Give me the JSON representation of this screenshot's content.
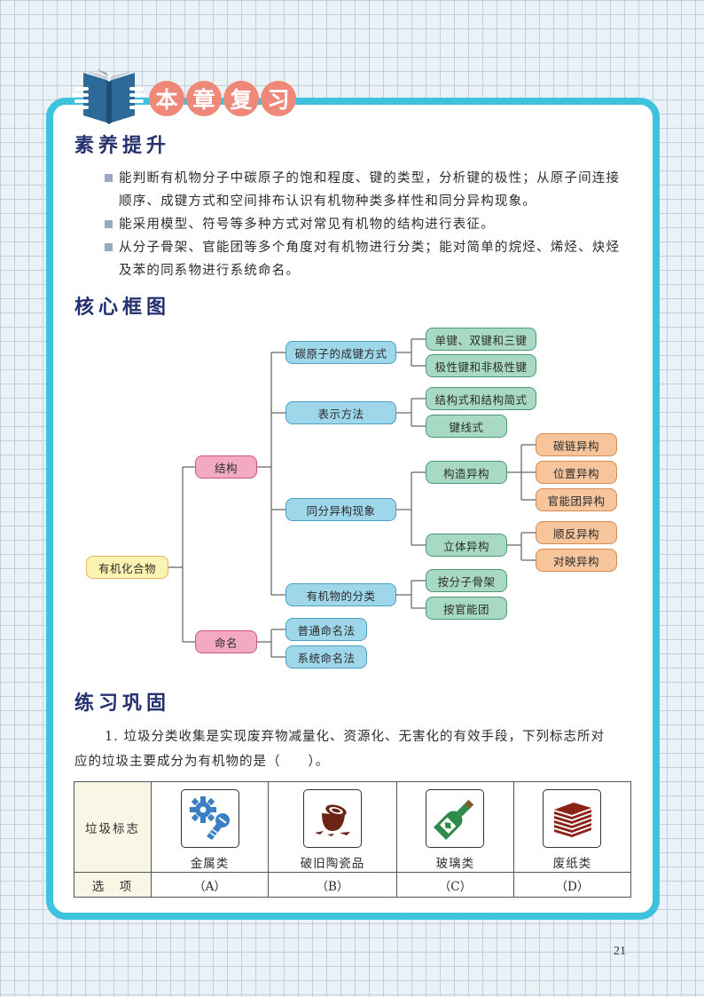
{
  "header": {
    "chapter_title_chars": [
      "本",
      "章",
      "复",
      "习"
    ],
    "colors": {
      "card_border": "#3ec3de",
      "title_circle": "#ef8878",
      "heading": "#25306f"
    }
  },
  "literacy": {
    "heading": "素养提升",
    "bullets": [
      "能判断有机物分子中碳原子的饱和程度、键的类型，分析键的极性；从原子间连接顺序、成键方式和空间排布认识有机物种类多样性和同分异构现象。",
      "能采用模型、符号等多种方式对常见有机物的结构进行表征。",
      "从分子骨架、官能团等多个角度对有机物进行分类；能对简单的烷烃、烯烃、炔烃及苯的同系物进行系统命名。"
    ]
  },
  "framework": {
    "heading": "核心框图",
    "root": "有机化合物",
    "level1": [
      "结构",
      "命名"
    ],
    "structure_children": [
      "碳原子的成键方式",
      "表示方法",
      "同分异构现象",
      "有机物的分类"
    ],
    "naming_children": [
      "普通命名法",
      "系统命名法"
    ],
    "bonding_children": [
      "单键、双键和三键",
      "极性键和非极性键"
    ],
    "representation_children": [
      "结构式和结构简式",
      "键线式"
    ],
    "isomerism_children": [
      "构造异构",
      "立体异构"
    ],
    "classification_children": [
      "按分子骨架",
      "按官能团"
    ],
    "constitutional_children": [
      "碳链异构",
      "位置异构",
      "官能团异构"
    ],
    "stereo_children": [
      "顺反异构",
      "对映异构"
    ]
  },
  "practice": {
    "heading": "练习巩固",
    "question_line1": "1. 垃圾分类收集是实现废弃物减量化、资源化、无害化的有效手段，下列标志所对",
    "question_line2": "应的垃圾主要成分为有机物的是（　　）。",
    "table": {
      "row1_header": "垃圾标志",
      "row2_header": "选　项",
      "items": [
        {
          "icon": "metal-gear-screw-icon",
          "label": "金属类",
          "option": "（A）"
        },
        {
          "icon": "broken-ceramic-pot-icon",
          "label": "破旧陶瓷品",
          "option": "（B）"
        },
        {
          "icon": "glass-bottle-icon",
          "label": "玻璃类",
          "option": "（C）"
        },
        {
          "icon": "paper-stack-icon",
          "label": "废纸类",
          "option": "（D）"
        }
      ]
    }
  },
  "page_number": "21"
}
